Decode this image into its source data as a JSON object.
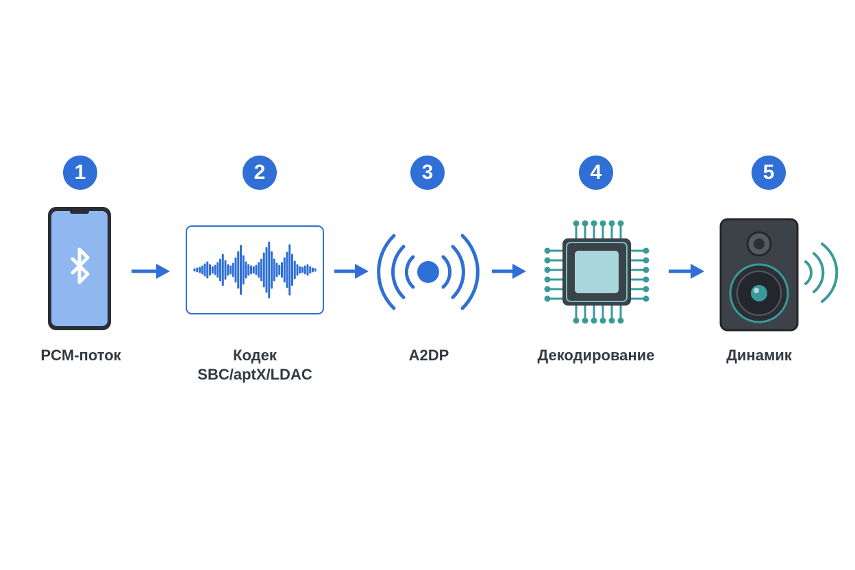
{
  "colors": {
    "accent": "#2f6fd6",
    "text": "#333a42",
    "phone_screen": "#8fb8f0",
    "teal": "#3a9a9a",
    "chip_core": "#a9d6dc",
    "device_dark": "#3d4249"
  },
  "steps": [
    {
      "number": "1",
      "label_lines": [
        "PCM-поток"
      ],
      "icon": "smartphone-bluetooth-icon"
    },
    {
      "number": "2",
      "label_lines": [
        "Кодек",
        "SBC/aptX/LDAC"
      ],
      "icon": "waveform-icon"
    },
    {
      "number": "3",
      "label_lines": [
        "A2DP"
      ],
      "icon": "wireless-signal-icon"
    },
    {
      "number": "4",
      "label_lines": [
        "Декодирование"
      ],
      "icon": "chip-icon"
    },
    {
      "number": "5",
      "label_lines": [
        "Динамик"
      ],
      "icon": "speaker-icon"
    }
  ]
}
